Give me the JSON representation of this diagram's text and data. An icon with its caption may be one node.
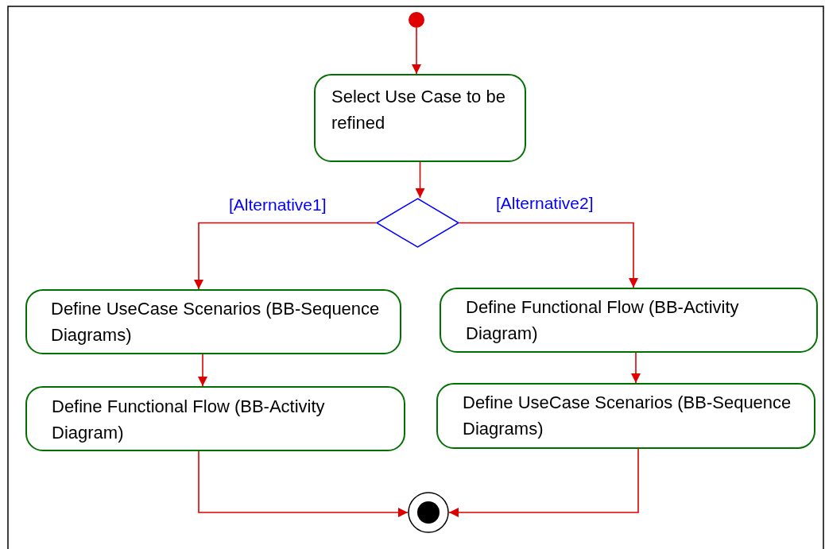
{
  "diagram": {
    "nodes": [
      {
        "text": [],
        "shape": "circle"
      },
      {
        "text": [
          "Select Use Case to be refined"
        ]
      },
      {
        "text": [],
        "shape": "diamond"
      },
      {
        "text": [
          "Define UseCase Scenarios (BB-Sequence Diagrams)"
        ]
      },
      {
        "text": [
          "Define Functional Flow (BB-Activity Diagram)"
        ]
      },
      {
        "text": [
          "Define Functional Flow (BB-Activity Diagram)"
        ]
      },
      {
        "text": [
          "Define UseCase Scenarios (BB-Sequence Diagrams)"
        ]
      },
      {
        "text": [],
        "shape": "bullseye"
      }
    ],
    "edges": [
      {
        "from": 0,
        "to": 1,
        "arrow": "to"
      },
      {
        "from": 1,
        "to": 2,
        "arrow": "to"
      },
      {
        "from": 2,
        "to": 3,
        "arrow": "to",
        "label": "[Alternative1]"
      },
      {
        "from": 2,
        "to": 5,
        "arrow": "to",
        "label": "[Alternative2]"
      },
      {
        "from": 3,
        "to": 4,
        "arrow": "to"
      },
      {
        "from": 5,
        "to": 6,
        "arrow": "to"
      },
      {
        "from": 4,
        "to": 7,
        "arrow": "to"
      },
      {
        "from": 6,
        "to": 7,
        "arrow": "to"
      }
    ]
  }
}
